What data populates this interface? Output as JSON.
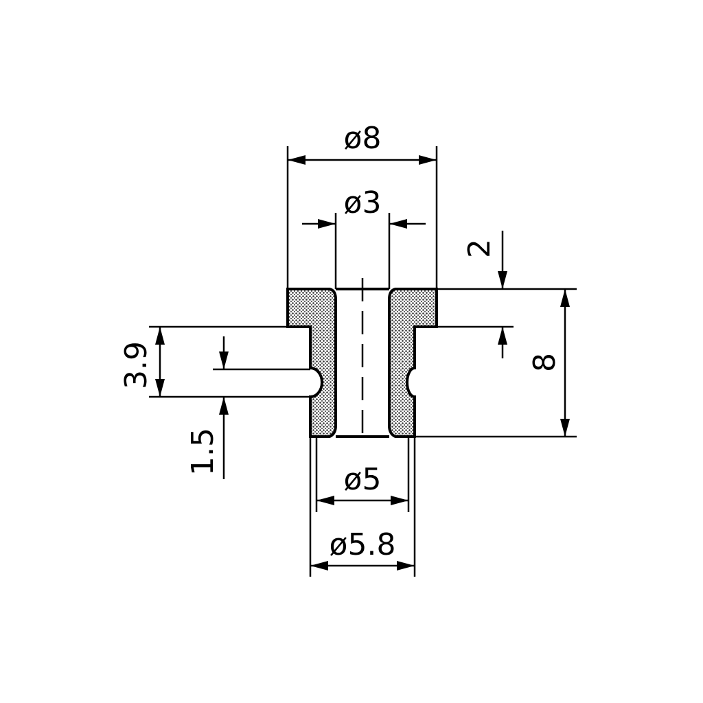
{
  "drawing": {
    "colors": {
      "line": "#000000",
      "section_fill": "#555555",
      "background": "#ffffff"
    },
    "dimensions": {
      "outer_flange_diameter": "ø8",
      "bore_diameter": "ø3",
      "flange_thickness": "2",
      "total_height": "8",
      "groove_position": "3.9",
      "groove_width": "1.5",
      "groove_diameter": "ø5",
      "body_diameter": "ø5.8"
    }
  }
}
